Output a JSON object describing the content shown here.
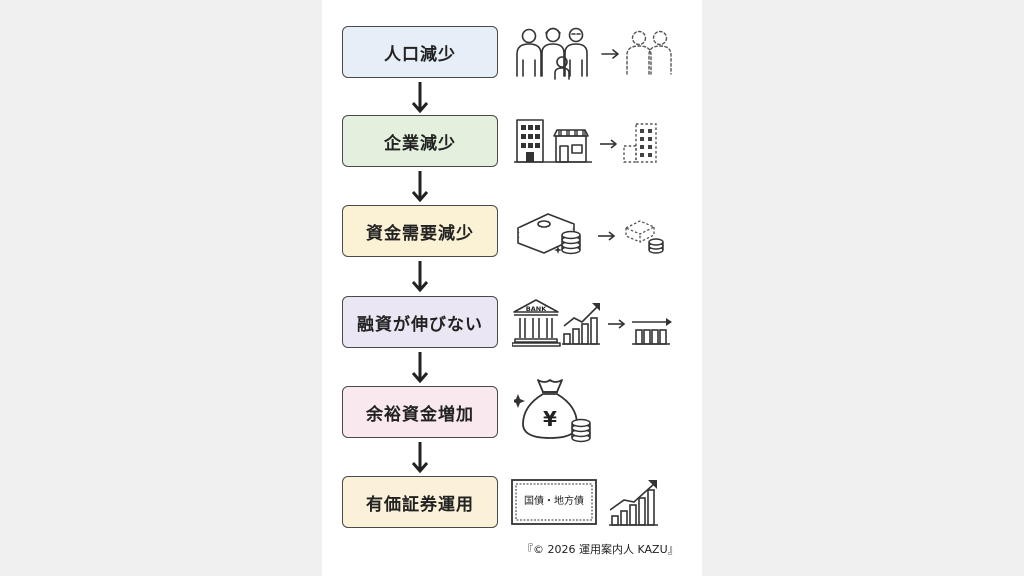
{
  "steps": [
    {
      "label": "人口減少",
      "color": "#e6eef8"
    },
    {
      "label": "企業減少",
      "color": "#e3f0dd"
    },
    {
      "label": "資金需要減少",
      "color": "#fbf1d4"
    },
    {
      "label": "融資が伸びない",
      "color": "#ebe6f3"
    },
    {
      "label": "余裕資金増加",
      "color": "#f9e9ee"
    },
    {
      "label": "有価証券運用",
      "color": "#fbf1d8"
    }
  ],
  "icons": {
    "bank_sign": "BANK",
    "yen_sign": "¥",
    "bond_label": "国債・地方債"
  },
  "footer": {
    "copyright": "『© 2026 運用案内人 KAZU』"
  }
}
